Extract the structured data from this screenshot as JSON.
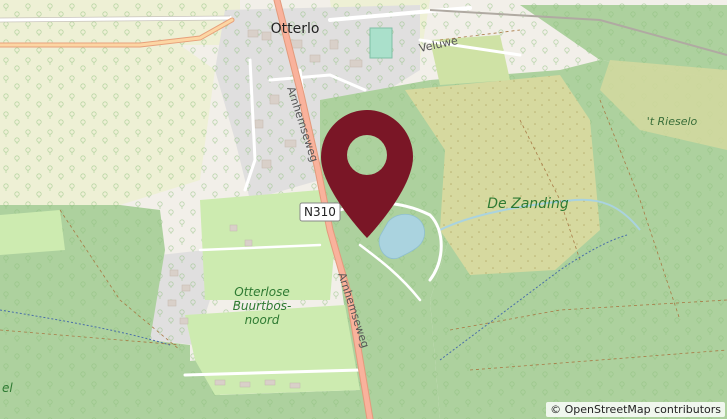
{
  "map": {
    "labels": {
      "town": "Otterlo",
      "road_veluwe": "Veluwe",
      "street_north": "Arnhemseweg",
      "street_south": "Arnhemseweg",
      "road_shield": "N310",
      "area_zanding": "De Zanding",
      "area_rieselo": "'t Rieselo",
      "wood_line1": "Otterlose",
      "wood_line2": "Buurtbos-",
      "wood_line3": "noord",
      "edge_label": "el"
    },
    "marker": {
      "color": "#7a1626",
      "icon": "map-pin-icon"
    },
    "colors": {
      "forest": "#add19e",
      "farmland": "#eef0d5",
      "heath": "#d6d99f",
      "grass": "#cdebb0",
      "residential": "#e0dfdf",
      "main_road": "#f9b29c",
      "road": "#ffffff",
      "water": "#aad3df"
    }
  },
  "attribution": "© OpenStreetMap contributors"
}
